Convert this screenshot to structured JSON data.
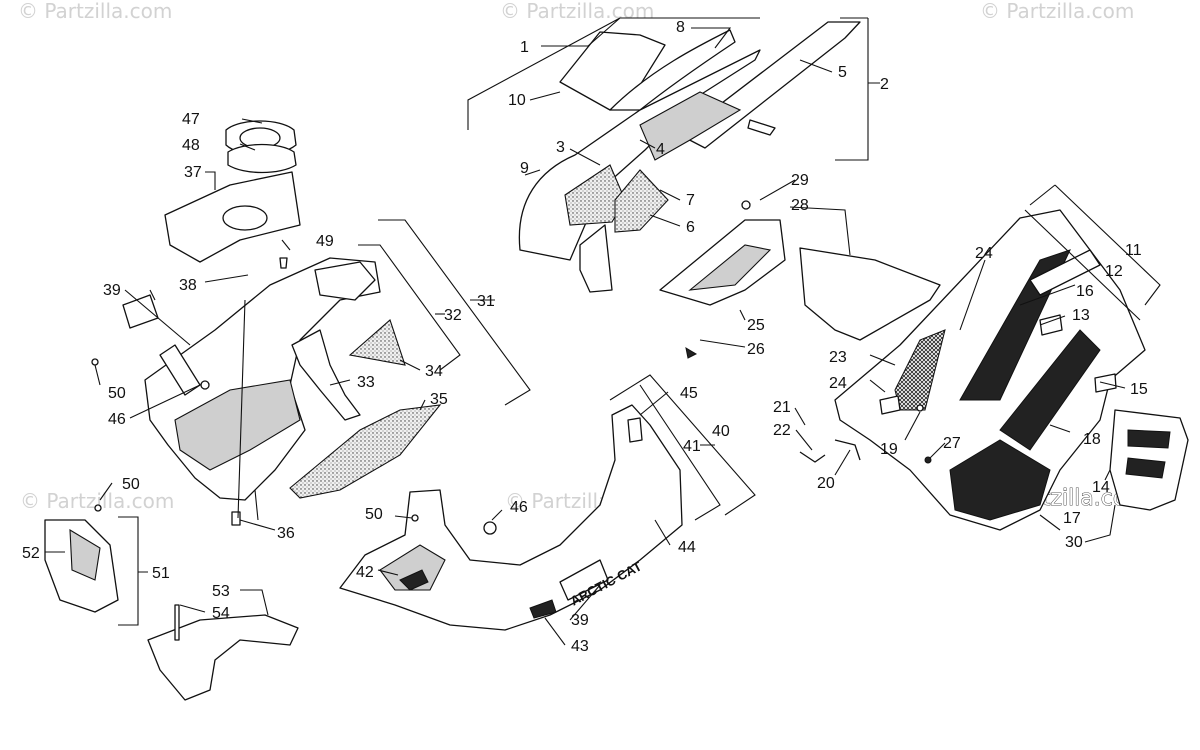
{
  "watermark": {
    "text": "© Partzilla.com"
  },
  "brand_text": "ARCTIC CAT",
  "callouts": {
    "c1": "1",
    "c2": "2",
    "c3": "3",
    "c4": "4",
    "c5": "5",
    "c6": "6",
    "c7": "7",
    "c8": "8",
    "c9": "9",
    "c10": "10",
    "c11": "11",
    "c12": "12",
    "c13": "13",
    "c14": "14",
    "c15": "15",
    "c16": "16",
    "c17": "17",
    "c18": "18",
    "c19": "19",
    "c20": "20",
    "c21": "21",
    "c22": "22",
    "c23": "23",
    "c24": "24",
    "c25": "25",
    "c26": "26",
    "c27": "27",
    "c28": "28",
    "c29": "29",
    "c30": "30",
    "c31": "31",
    "c32": "32",
    "c33": "33",
    "c34": "34",
    "c35": "35",
    "c36": "36",
    "c37": "37",
    "c38": "38",
    "c39": "39",
    "c40": "40",
    "c41": "41",
    "c42": "42",
    "c43": "43",
    "c44": "44",
    "c45": "45",
    "c46": "46",
    "c47": "47",
    "c48": "48",
    "c49": "49",
    "c50": "50",
    "c51": "51",
    "c52": "52",
    "c53": "53",
    "c54": "54"
  },
  "colors": {
    "line": "#111111",
    "watermark": "#d2d2d2",
    "fill_gray": "#cfcfcf"
  }
}
